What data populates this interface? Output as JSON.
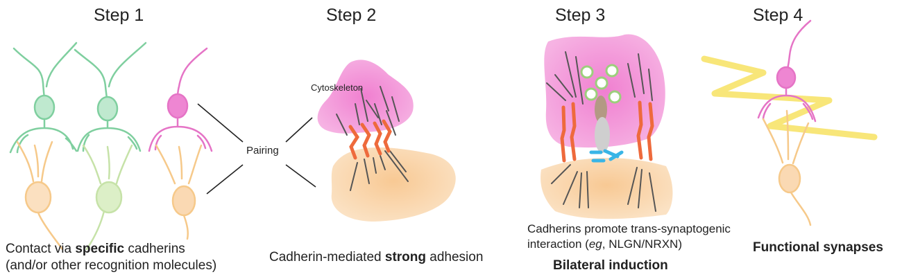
{
  "steps": {
    "s1": "Step 1",
    "s2": "Step 2",
    "s3": "Step 3",
    "s4": "Step 4"
  },
  "labels": {
    "pairing": "Pairing",
    "cytoskeleton": "Cytoskeleton"
  },
  "captions": {
    "step1_a": "Contact via ",
    "step1_b": "specific",
    "step1_c": " cadherins",
    "step1_d": "(and/or other recognition molecules)",
    "step2_a": "Cadherin-mediated ",
    "step2_b": "strong",
    "step2_c": " adhesion",
    "step3_a": "Cadherins promote trans-synaptogenic",
    "step3_b": "interaction (",
    "step3_c": "eg",
    "step3_d": ", NLGN/NRXN)",
    "step3_e": "Bilateral induction",
    "step4": "Functional synapses"
  },
  "colors": {
    "green": "#7fcf9f",
    "pink": "#e574c6",
    "orange": "#f6c98a",
    "cadherin": "#ee6a3c",
    "cyan": "#39b5e6",
    "yellow": "#f7e36a"
  }
}
